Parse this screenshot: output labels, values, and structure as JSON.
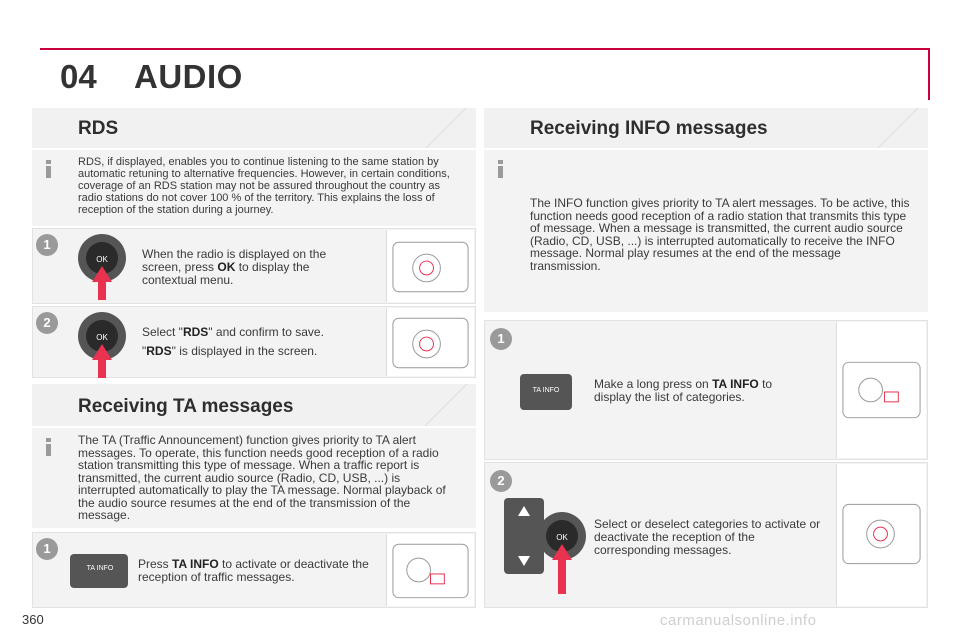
{
  "header": {
    "chapter": "04",
    "title": "AUDIO"
  },
  "rds": {
    "title": "RDS",
    "info": "RDS, if displayed, enables you to continue listening to the same station by automatic retuning to alternative frequencies. However, in certain conditions, coverage of an RDS station may not be assured throughout the country as radio stations do not cover 100 % of the territory. This explains the loss of reception of the station during a journey.",
    "step1": {
      "num": "1",
      "button": "OK",
      "pre": "When the radio is displayed on the screen, press ",
      "bold": "OK",
      "post": " to display the contextual menu."
    },
    "step2": {
      "num": "2",
      "button": "OK",
      "pre": "Select \"",
      "bold": "RDS",
      "post": "\" and confirm to save.",
      "pre2": "\"",
      "bold2": "RDS",
      "post2": "\" is displayed in the screen."
    }
  },
  "ta": {
    "title": "Receiving TA messages",
    "info": "The TA (Traffic Announcement) function gives priority to TA alert messages. To operate, this function needs good reception of a radio station transmitting this type of message. When a traffic report is transmitted, the current audio source (Radio, CD, USB, ...) is interrupted automatically to play the TA message. Normal playback of the audio source resumes at the end of the transmission of the message.",
    "step1": {
      "num": "1",
      "button": "TA INFO",
      "pre": "Press ",
      "bold": "TA INFO",
      "post": " to activate or deactivate the reception of traffic messages."
    }
  },
  "infomsg": {
    "title": "Receiving INFO messages",
    "info": "The INFO function gives priority to TA alert messages. To be active, this function needs good reception of a radio station that transmits this type of message. When a message is transmitted, the current audio source (Radio, CD, USB, ...) is interrupted automatically to receive the INFO message. Normal play resumes at the end of the message transmission.",
    "step1": {
      "num": "1",
      "button": "TA INFO",
      "pre": "Make a long press on ",
      "bold": "TA INFO",
      "post": " to display the list of categories."
    },
    "step2": {
      "num": "2",
      "button": "OK",
      "text": "Select or deselect categories to activate or deactivate the reception of the corresponding messages."
    }
  },
  "footer": {
    "page": "360",
    "watermark": "carmanualsonline.info"
  },
  "colors": {
    "accent": "#c9003c",
    "arrow": "#e8324f"
  }
}
